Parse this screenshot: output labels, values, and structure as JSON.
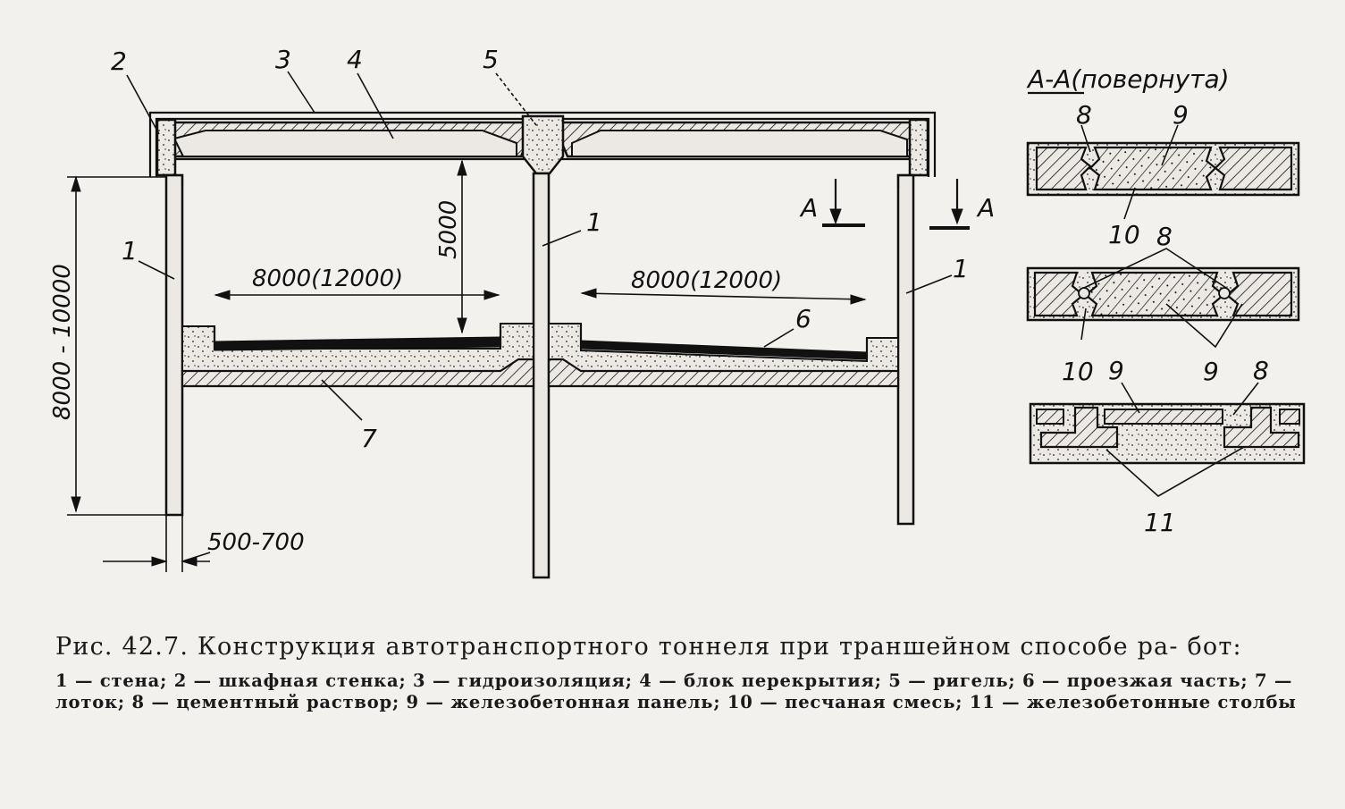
{
  "labels": {
    "n1a": "1",
    "n1b": "1",
    "n1c": "1",
    "n2": "2",
    "n3": "3",
    "n4": "4",
    "n5": "5",
    "n6": "6",
    "n7": "7",
    "s8a": "8",
    "s9a": "9",
    "s10a": "10",
    "s8b": "8",
    "s10b": "10",
    "s9b": "9",
    "s9c": "9",
    "s8c": "8",
    "s11": "11"
  },
  "dimensions": {
    "height_total": "8000 - 10000",
    "clear_height": "5000",
    "span_left": "8000(12000)",
    "span_right": "8000(12000)",
    "wall_thickness": "500-700"
  },
  "section": {
    "mark_left": "A",
    "mark_right": "A",
    "title": "A-A(повернута)"
  },
  "caption": {
    "title": "Рис. 42.7. Конструкция автотранспортного тоннеля при траншейном способе ра- бот:",
    "legend": "1 — стена; 2 — шкафная стенка; 3 — гидроизоляция; 4 — блок перекрытия; 5 — ригель; 6 — проезжая часть; 7 — лоток; 8 — цементный раствор; 9 — железобетонная панель; 10 — песчаная смесь; 11 — железобетонные столбы"
  }
}
